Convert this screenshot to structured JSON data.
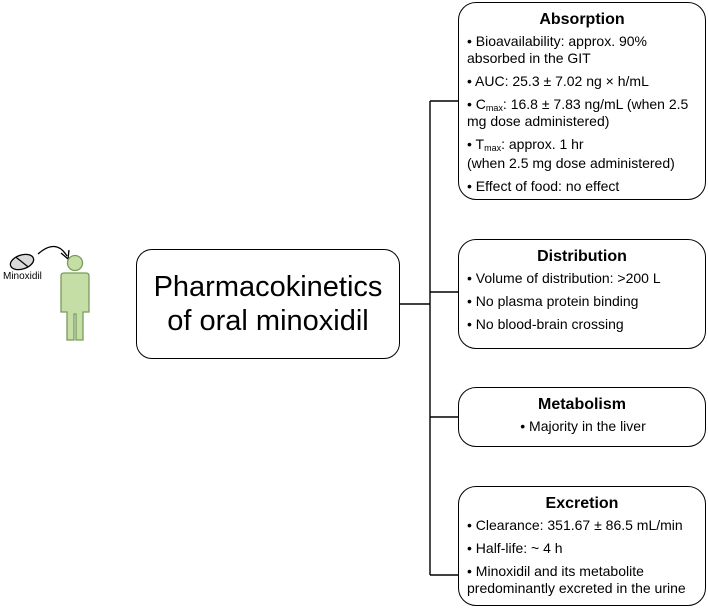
{
  "center": {
    "line1": "Pharmacokinetics",
    "line2": "of oral minoxidil"
  },
  "drug_label": "Minoxidil",
  "absorption": {
    "title": "Absorption",
    "bioavailability": "• Bioavailability: approx. 90% absorbed in the GIT",
    "auc": "• AUC:  25.3 ± 7.02 ng × h/mL",
    "cmax_prefix": "• C",
    "cmax_sub": "max",
    "cmax_rest": ": 16.8 ± 7.83 ng/mL (when 2.5 mg dose administered)",
    "tmax_prefix": "• T",
    "tmax_sub": "max",
    "tmax_rest": ": approx. 1 hr",
    "tmax_cont": "(when 2.5 mg dose administered)",
    "food": "• Effect of food: no effect"
  },
  "distribution": {
    "title": "Distribution",
    "items": [
      "• Volume of distribution: >200 L",
      "• No plasma protein binding",
      "• No blood-brain crossing"
    ]
  },
  "metabolism": {
    "title": "Metabolism",
    "items": [
      "• Majority in the liver"
    ]
  },
  "excretion": {
    "title": "Excretion",
    "items": [
      "• Clearance: 351.67 ±  86.5 mL/min",
      "• Half-life: ~ 4 h",
      "• Minoxidil and its metabolite predominantly excreted in the urine"
    ]
  },
  "colors": {
    "person_fill": "#c5dea6",
    "person_stroke": "#7a9a5a",
    "pill_fill": "#d9d9d9"
  },
  "icons": [
    "person-icon",
    "pill-icon",
    "curved-arrow-icon"
  ]
}
